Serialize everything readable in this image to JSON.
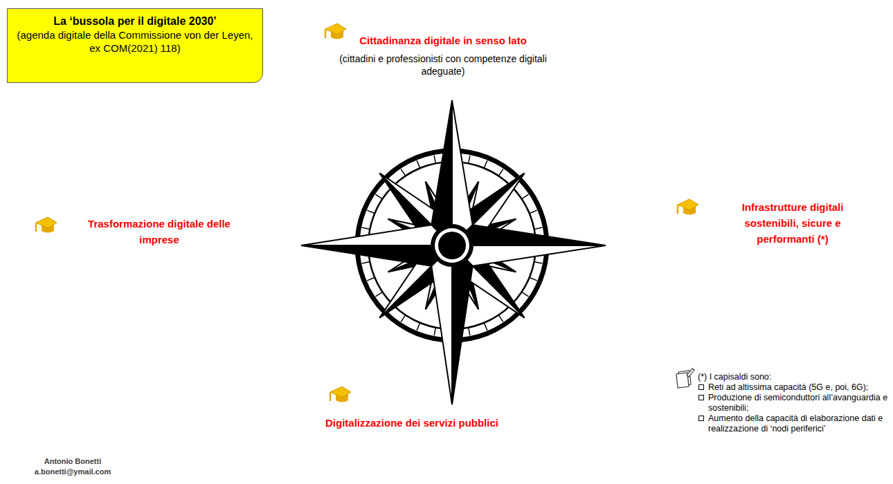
{
  "diagram": {
    "nodes": [
      {
        "text": [
          "La ‘bussola per il digitale 2030’",
          "(agenda digitale della Commissione von der Leyen, ex COM(2021) 118)"
        ]
      }
    ],
    "labels": [
      "Cittadinanza digitale in senso lato",
      "(cittadini e professionisti con competenze digitali adeguate)",
      "Trasformazione digitale delle imprese",
      "Infrastrutture digitali sostenibili, sicure e performanti (*)",
      "Digitalizzazione dei servizi pubblici",
      "(*) I capisaldi sono:",
      "Reti ad altissima capacità (5G e, poi, 6G);",
      "Produzione di semiconduttori all’avanguardia e sostenibili;",
      "Aumento della capacità di elaborazione dati e realizzazione di ‘nodi periferici’",
      "Antonio Bonetti",
      "a.bonetti@ymail.com"
    ]
  }
}
